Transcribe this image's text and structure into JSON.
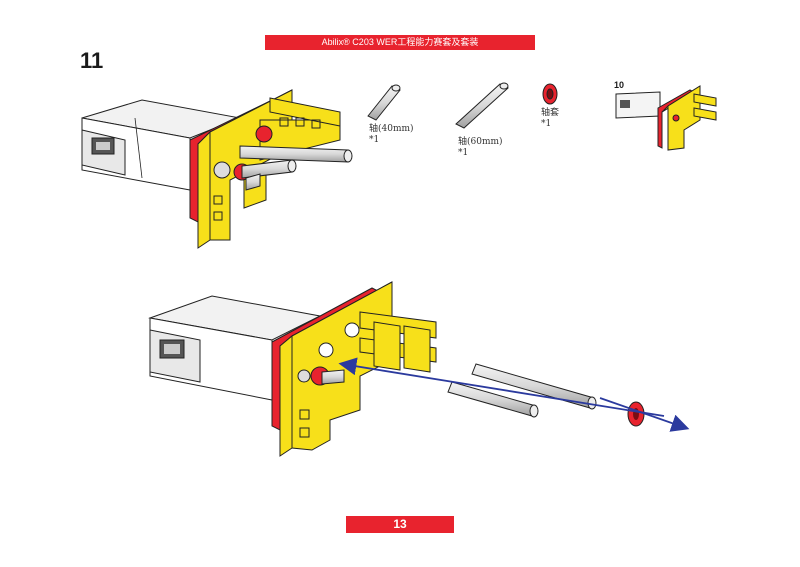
{
  "header": {
    "title": "Abilix® C203 WER工程能力赛套及套装"
  },
  "step": {
    "number": "11"
  },
  "parts": [
    {
      "name": "轴(40mm)",
      "qty": "*1"
    },
    {
      "name": "轴(60mm)",
      "qty": "*1"
    },
    {
      "name": "轴套",
      "qty": "*1"
    }
  ],
  "reference_step": "10",
  "page": {
    "number": "13"
  },
  "colors": {
    "accent": "#e8232e",
    "yellow": "#f7e01a",
    "arrow": "#2b3a9e"
  }
}
